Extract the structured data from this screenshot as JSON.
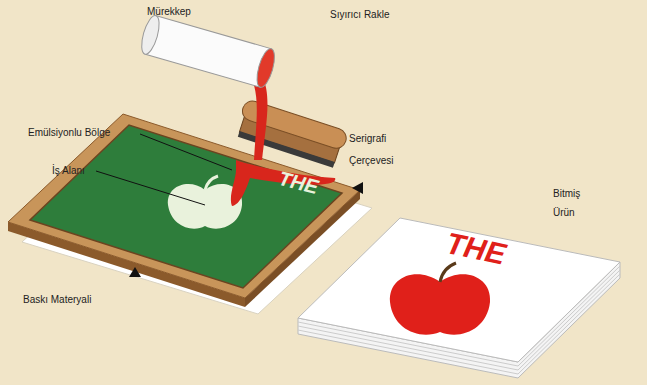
{
  "diagram": {
    "labels": [
      "Mürekkep",
      "Sıyırıcı Rakle",
      "Emülsiyonlu Bölge",
      "İş Alanı",
      "THE",
      "Serigrafi Çerçevesi",
      "Bitmiş Ürün",
      "THE",
      "Baskı Materyali"
    ]
  }
}
